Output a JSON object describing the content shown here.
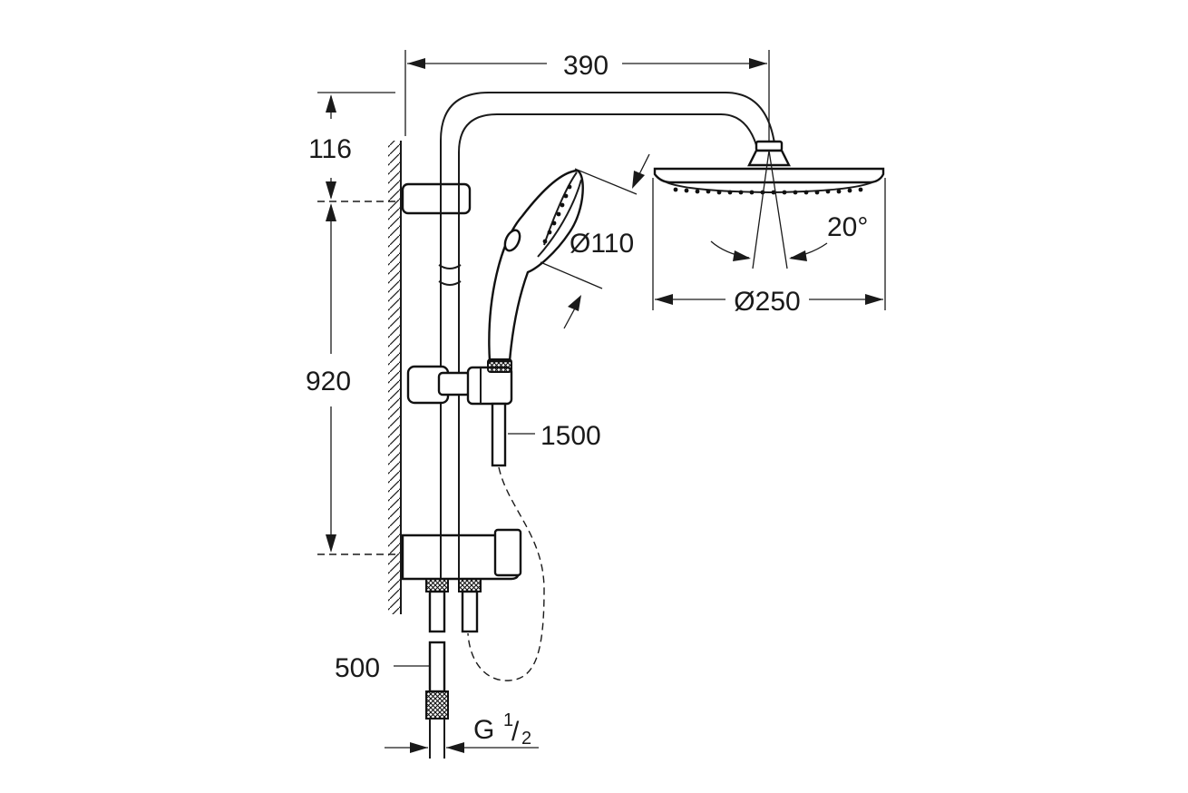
{
  "dimensions": {
    "width_total": "390",
    "top_offset": "116",
    "rail_length": "920",
    "hose_length": "1500",
    "hand_shower_diameter": "Ø110",
    "head_shower_diameter": "Ø250",
    "tilt_angle": "20°",
    "connection_hose": "500",
    "thread_prefix": "G",
    "thread_num": "1",
    "thread_sep": "/",
    "thread_den": "2"
  }
}
